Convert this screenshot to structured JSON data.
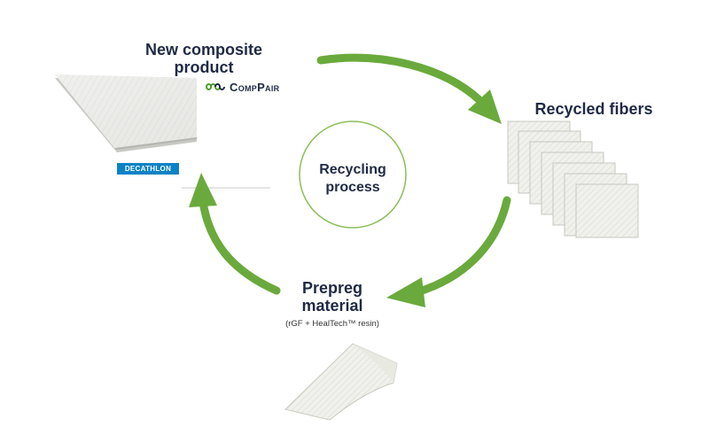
{
  "nodes": {
    "new_product": {
      "title_line1": "New composite",
      "title_line2": "product",
      "brand": "CompPair",
      "retailer": "DECATHLON"
    },
    "recycled_fibers": {
      "title": "Recycled fibers"
    },
    "prepreg": {
      "title_line1": "Prepreg",
      "title_line2": "material",
      "subtitle": "(rGF + HealTech™ resin)"
    }
  },
  "center": {
    "line1": "Recycling",
    "line2": "process"
  },
  "colors": {
    "arrow": "#6aaa3c",
    "ring": "#8bbf5a",
    "text": "#1f2a44",
    "decathlon_bg": "#0c82c6",
    "comppair_logo": "#4c9a2a"
  },
  "icons": [
    "comppair-logo-icon",
    "arrow-to-recycled-fibers",
    "arrow-to-prepreg",
    "arrow-to-new-product"
  ]
}
